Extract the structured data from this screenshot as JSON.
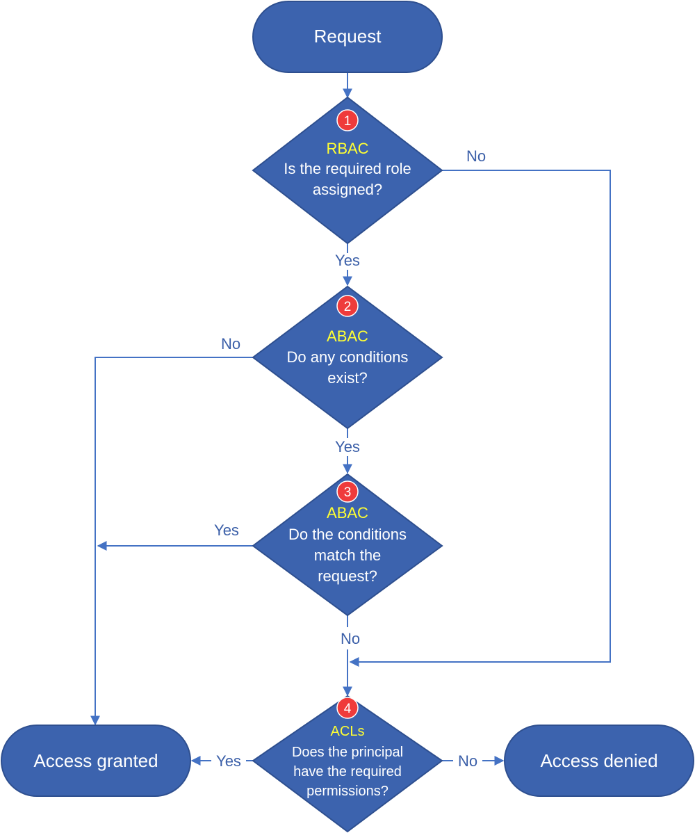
{
  "nodes": {
    "start": {
      "label": "Request"
    },
    "granted": {
      "label": "Access granted"
    },
    "denied": {
      "label": "Access denied"
    }
  },
  "decisions": [
    {
      "number": "1",
      "tag": "RBAC",
      "lines": [
        "Is the required role",
        "assigned?"
      ]
    },
    {
      "number": "2",
      "tag": "ABAC",
      "lines": [
        "Do any conditions",
        "exist?"
      ]
    },
    {
      "number": "3",
      "tag": "ABAC",
      "lines": [
        "Do the conditions",
        "match the",
        "request?"
      ]
    },
    {
      "number": "4",
      "tag": "ACLs",
      "lines": [
        "Does the principal",
        "have the required",
        "permissions?"
      ]
    }
  ],
  "edges": {
    "d1_no": "No",
    "d1_yes": "Yes",
    "d2_no": "No",
    "d2_yes": "Yes",
    "d3_yes": "Yes",
    "d3_no": "No",
    "d4_yes": "Yes",
    "d4_no": "No"
  },
  "colors": {
    "shape_fill": "#3c63ae",
    "connector": "#4472c4",
    "tag_text": "#ffff33",
    "badge": "#ef3b3b"
  }
}
